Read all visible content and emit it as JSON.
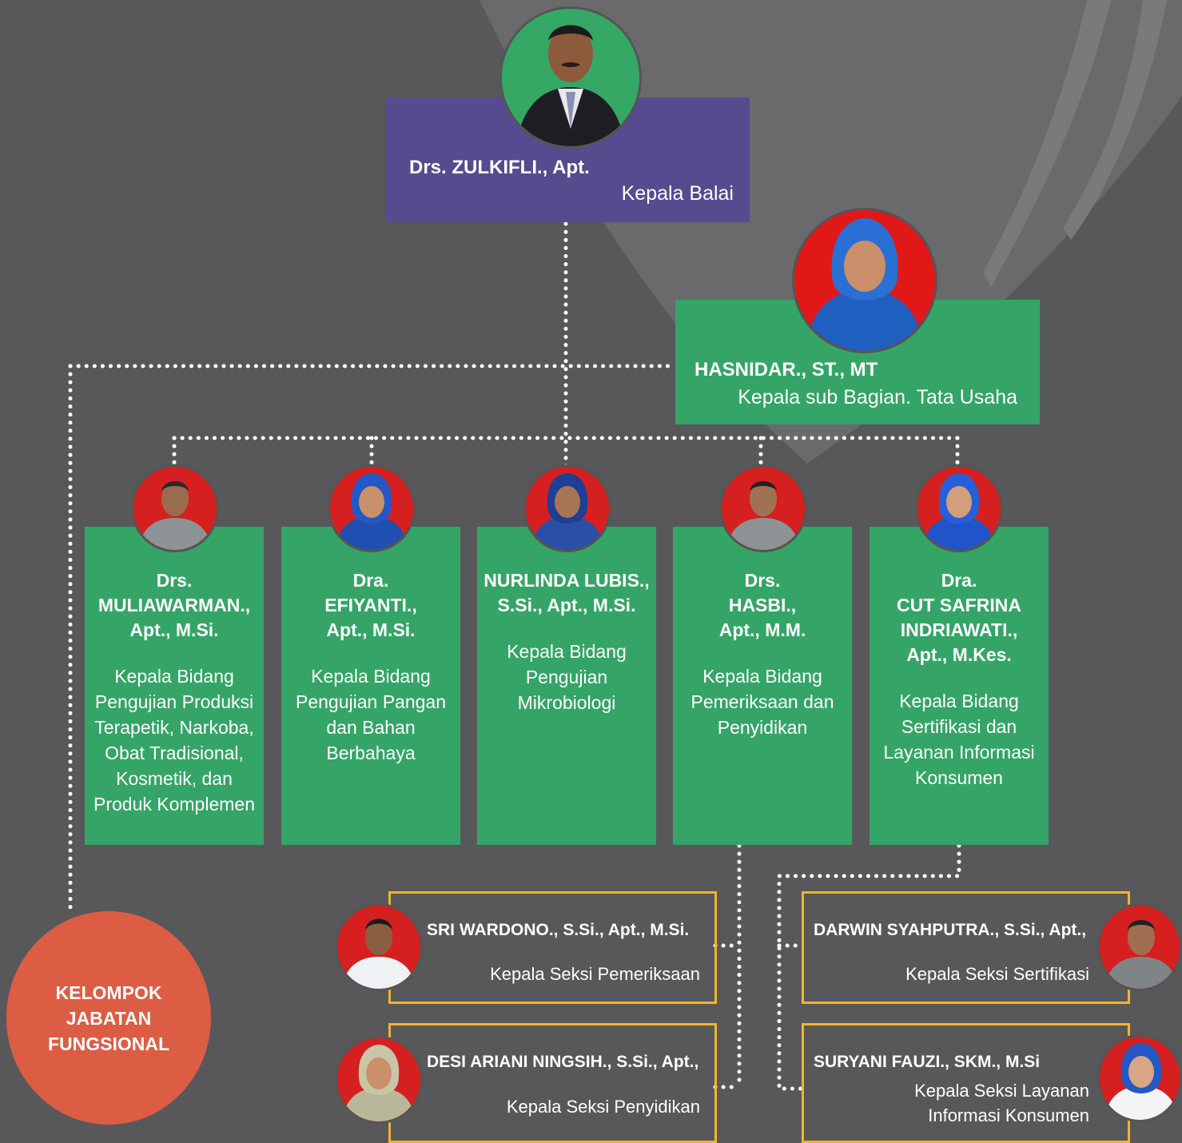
{
  "colors": {
    "background": "#58585b",
    "purple": "#574a8f",
    "green": "#34a566",
    "orange_border": "#f1b52a",
    "coral": "#dc5d44",
    "photo_bg_green": "#35a866",
    "photo_bg_red": "#d62020"
  },
  "head": {
    "name": "Drs. ZULKIFLI., Apt.",
    "role": "Kepala Balai"
  },
  "admin": {
    "name": "HASNIDAR., ST., MT",
    "role": "Kepala sub Bagian. Tata Usaha"
  },
  "departments": [
    {
      "name_lines": [
        "Drs.",
        "MULIAWARMAN.,",
        "Apt., M.Si."
      ],
      "role_lines": [
        "Kepala Bidang",
        "Pengujian Produksi",
        "Terapetik, Narkoba,",
        "Obat Tradisional,",
        "Kosmetik, dan",
        "Produk Komplemen"
      ]
    },
    {
      "name_lines": [
        "Dra.",
        "EFIYANTI.,",
        "Apt., M.Si."
      ],
      "role_lines": [
        "Kepala Bidang",
        "Pengujian Pangan",
        "dan Bahan",
        "Berbahaya"
      ]
    },
    {
      "name_lines": [
        "NURLINDA LUBIS.,",
        "S.Si., Apt., M.Si."
      ],
      "role_lines": [
        "Kepala Bidang",
        "Pengujian",
        "Mikrobiologi"
      ]
    },
    {
      "name_lines": [
        "Drs.",
        "HASBI.,",
        "Apt., M.M."
      ],
      "role_lines": [
        "Kepala Bidang",
        "Pemeriksaan dan",
        "Penyidikan"
      ]
    },
    {
      "name_lines": [
        "Dra.",
        "CUT SAFRINA",
        "INDRIAWATI.,",
        "Apt., M.Kes."
      ],
      "role_lines": [
        "Kepala Bidang",
        "Sertifikasi dan",
        "Layanan Informasi",
        "Konsumen"
      ]
    }
  ],
  "sections": [
    {
      "name": "SRI WARDONO., S.Si., Apt., M.Si.",
      "role": "Kepala Seksi Pemeriksaan"
    },
    {
      "name": "DESI ARIANI NINGSIH., S.Si., Apt.,",
      "role": "Kepala Seksi Penyidikan"
    },
    {
      "name": "DARWIN SYAHPUTRA., S.Si., Apt.,",
      "role": "Kepala Seksi Sertifikasi"
    },
    {
      "name": "SURYANI FAUZI., SKM., M.Si",
      "role_lines": [
        "Kepala Seksi Layanan",
        "Informasi Konsumen"
      ]
    }
  ],
  "functional": {
    "lines": [
      "KELOMPOK",
      "JABATAN",
      "FUNGSIONAL"
    ]
  }
}
